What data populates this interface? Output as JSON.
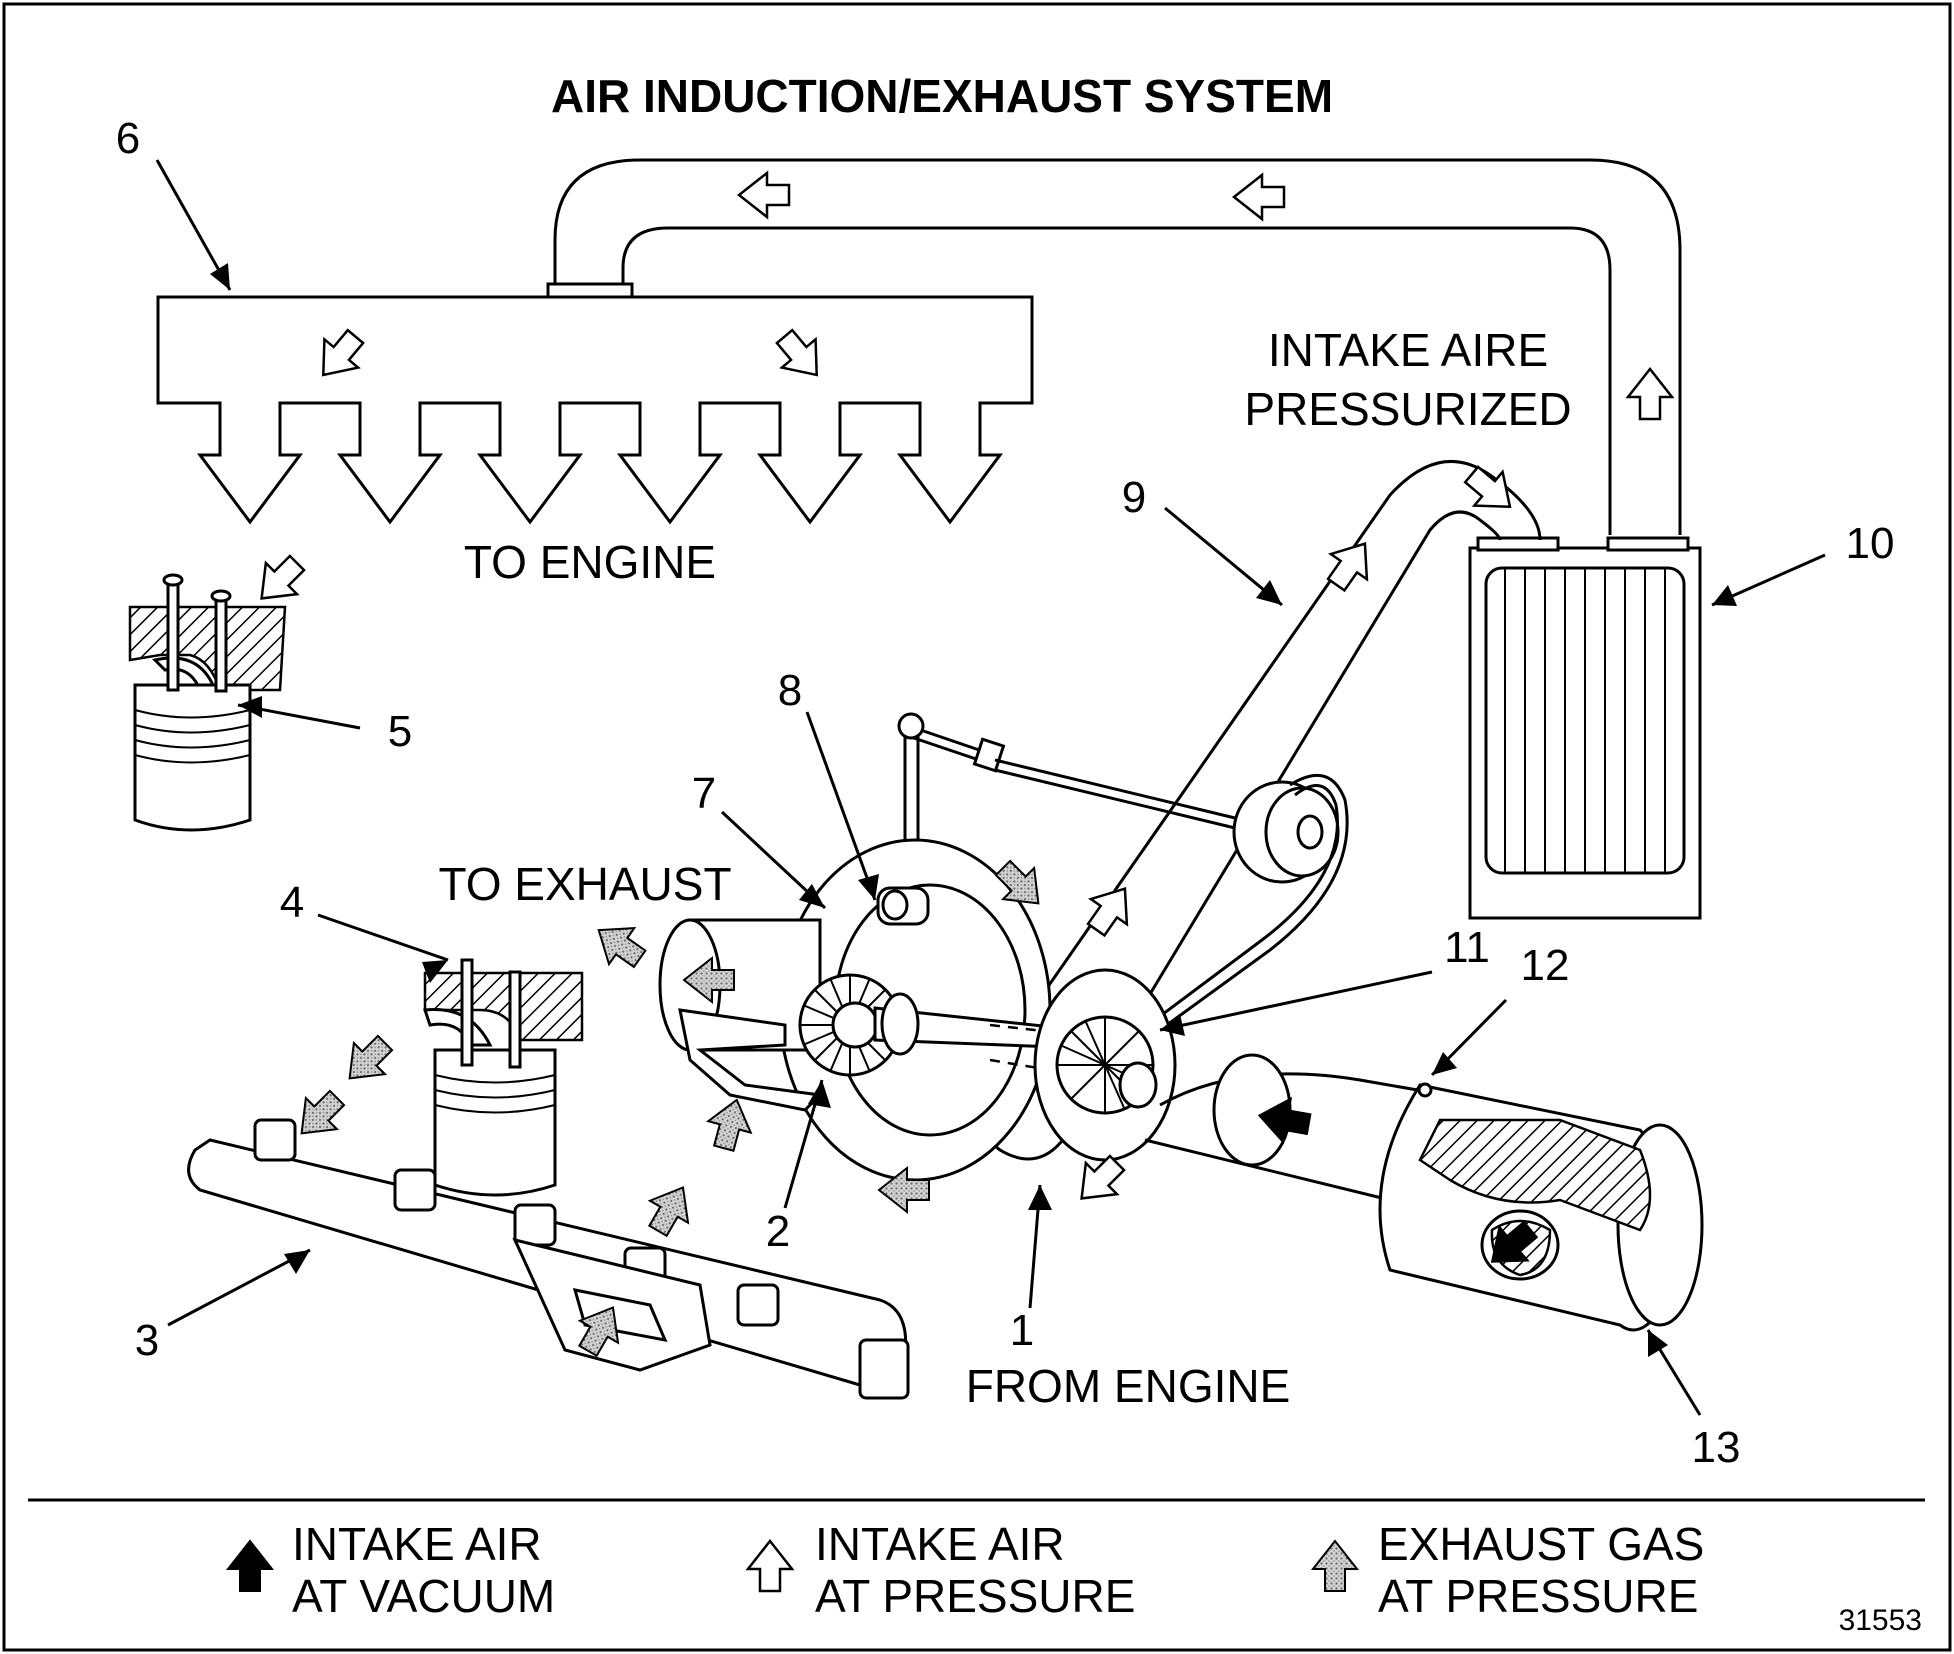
{
  "title": "AIR INDUCTION/EXHAUST SYSTEM",
  "labels": {
    "to_engine": "TO ENGINE",
    "to_exhaust": "TO EXHAUST",
    "from_engine": "FROM ENGINE",
    "intake_line1": "INTAKE AIRE",
    "intake_line2": "PRESSURIZED"
  },
  "callouts": {
    "c1": "1",
    "c2": "2",
    "c3": "3",
    "c4": "4",
    "c5": "5",
    "c6": "6",
    "c7": "7",
    "c8": "8",
    "c9": "9",
    "c10": "10",
    "c11": "11",
    "c12": "12",
    "c13": "13"
  },
  "legend": {
    "vacuum_line1": "INTAKE AIR",
    "vacuum_line2": "AT VACUUM",
    "pressure_line1": "INTAKE AIR",
    "pressure_line2": "AT PRESSURE",
    "exhaust_line1": "EXHAUST GAS",
    "exhaust_line2": "AT PRESSURE"
  },
  "figure_number": "31553",
  "colors": {
    "line": "#000000",
    "background": "#ffffff",
    "exhaust_fill": "#b8b8b8"
  }
}
